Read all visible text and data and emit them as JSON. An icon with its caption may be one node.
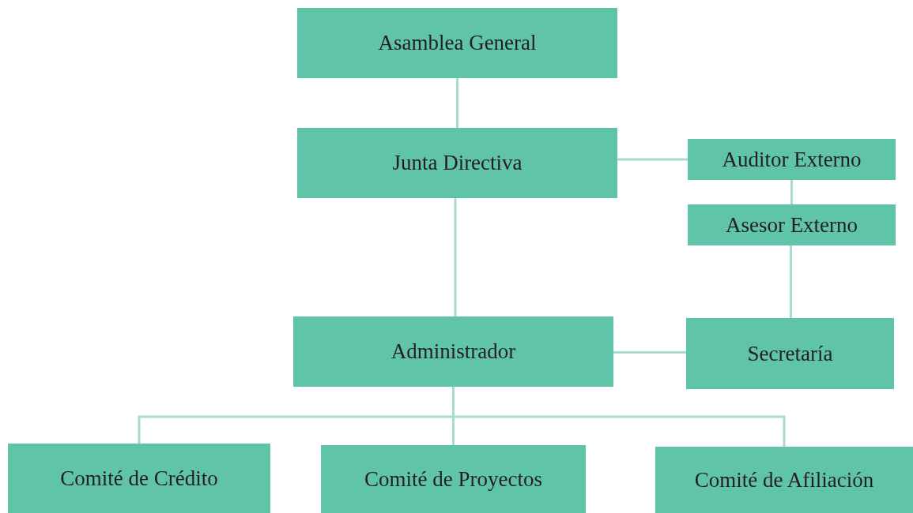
{
  "diagram": {
    "nodes": [
      {
        "text": [
          "Asamblea General"
        ]
      },
      {
        "text": [
          "Junta Directiva"
        ]
      },
      {
        "text": [
          "Auditor Externo"
        ]
      },
      {
        "text": [
          "Asesor Externo"
        ]
      },
      {
        "text": [
          "Administrador"
        ]
      },
      {
        "text": [
          "Secretaría"
        ]
      },
      {
        "text": [
          "Comité de Crédito"
        ]
      },
      {
        "text": [
          "Comité de Proyectos"
        ]
      },
      {
        "text": [
          "Comité de Afiliación"
        ]
      }
    ],
    "edges": [
      {
        "from": 0,
        "to": 1,
        "arrow": "none"
      },
      {
        "from": 1,
        "to": 2,
        "arrow": "none"
      },
      {
        "from": 2,
        "to": 3,
        "arrow": "none"
      },
      {
        "from": 1,
        "to": 4,
        "arrow": "none"
      },
      {
        "from": 3,
        "to": 5,
        "arrow": "none"
      },
      {
        "from": 4,
        "to": 5,
        "arrow": "none"
      },
      {
        "from": 4,
        "to": 6,
        "arrow": "none"
      },
      {
        "from": 4,
        "to": 7,
        "arrow": "none"
      },
      {
        "from": 4,
        "to": 8,
        "arrow": "none"
      }
    ]
  }
}
